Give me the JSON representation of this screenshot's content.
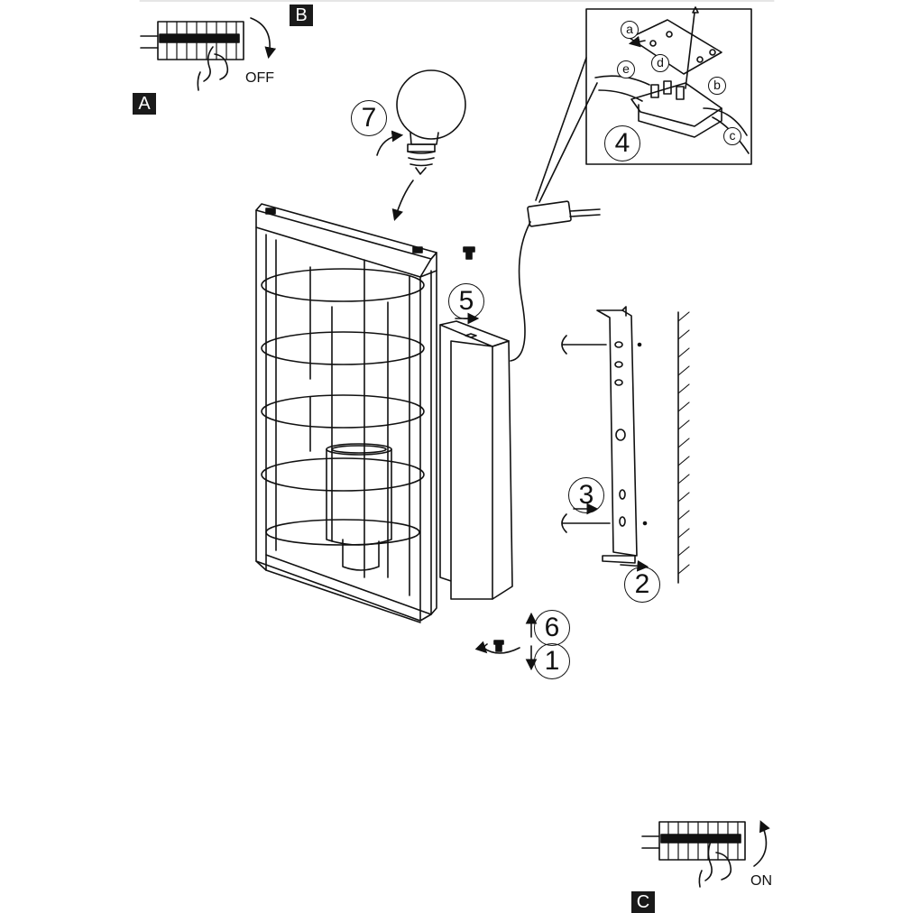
{
  "labels": {
    "off": "OFF",
    "on": "ON",
    "step_a": "A",
    "step_b": "B",
    "step_c": "C"
  },
  "steps": {
    "s1": "1",
    "s2": "2",
    "s3": "3",
    "s4": "4",
    "s5": "5",
    "s6": "6",
    "s7": "7"
  },
  "wiring": {
    "a": "a",
    "b": "b",
    "c": "c",
    "d": "d",
    "e": "e"
  },
  "colors": {
    "line": "#111111",
    "background": "#ffffff",
    "badge": "#1a1a1a"
  }
}
